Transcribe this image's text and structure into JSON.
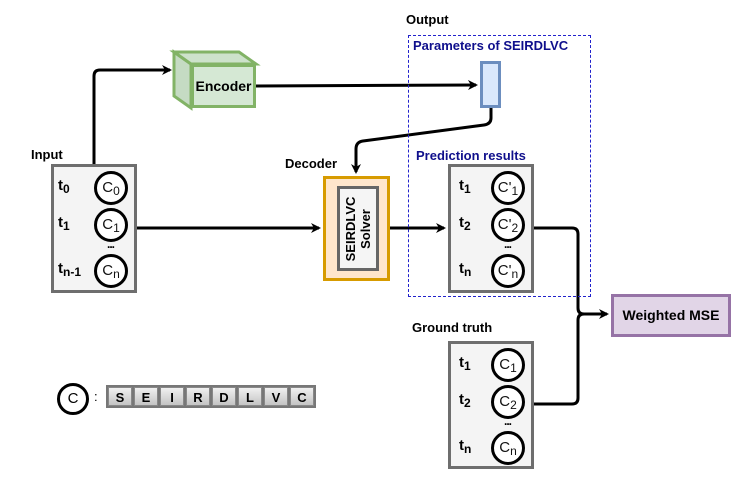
{
  "labels": {
    "input": "Input",
    "output": "Output",
    "parameters": "Parameters of SEIRDLVC",
    "decoder": "Decoder",
    "prediction": "Prediction results",
    "ground_truth": "Ground truth"
  },
  "encoder": {
    "label": "Encoder"
  },
  "decoder_block": {
    "line1": "SEIRDLVC",
    "line2": "Solver"
  },
  "loss": {
    "label": "Weighted MSE"
  },
  "input_seq": {
    "rows": [
      {
        "t": "t",
        "t_sub": "0",
        "c": "C",
        "c_sub": "0"
      },
      {
        "t": "t",
        "t_sub": "1",
        "c": "C",
        "c_sub": "1"
      },
      {
        "t": "t",
        "t_sub": "n-1",
        "c": "C",
        "c_sub": "n"
      }
    ],
    "ellipsis": "..."
  },
  "prediction_seq": {
    "rows": [
      {
        "t": "t",
        "t_sub": "1",
        "c": "C'",
        "c_sub": "1"
      },
      {
        "t": "t",
        "t_sub": "2",
        "c": "C'",
        "c_sub": "2"
      },
      {
        "t": "t",
        "t_sub": "n",
        "c": "C'",
        "c_sub": "n"
      }
    ],
    "ellipsis": "..."
  },
  "ground_truth_seq": {
    "rows": [
      {
        "t": "t",
        "t_sub": "1",
        "c": "C",
        "c_sub": "1"
      },
      {
        "t": "t",
        "t_sub": "2",
        "c": "C",
        "c_sub": "2"
      },
      {
        "t": "t",
        "t_sub": "n",
        "c": "C",
        "c_sub": "n"
      }
    ],
    "ellipsis": "..."
  },
  "legend": {
    "symbol": "C",
    "colon": ":",
    "compartments": [
      "S",
      "E",
      "I",
      "R",
      "D",
      "L",
      "V",
      "C"
    ]
  },
  "colors": {
    "encoder_fill": "#d5e8d4",
    "encoder_stroke": "#82b366",
    "decoder_fill": "#ffe6cc",
    "decoder_stroke": "#d79b00",
    "param_fill": "#dae8fc",
    "param_stroke": "#6c8ebf",
    "loss_fill": "#e1d5e7",
    "loss_stroke": "#9673a6",
    "output_dashed": "#2222cc",
    "blue_text": "#0f0f8c"
  }
}
